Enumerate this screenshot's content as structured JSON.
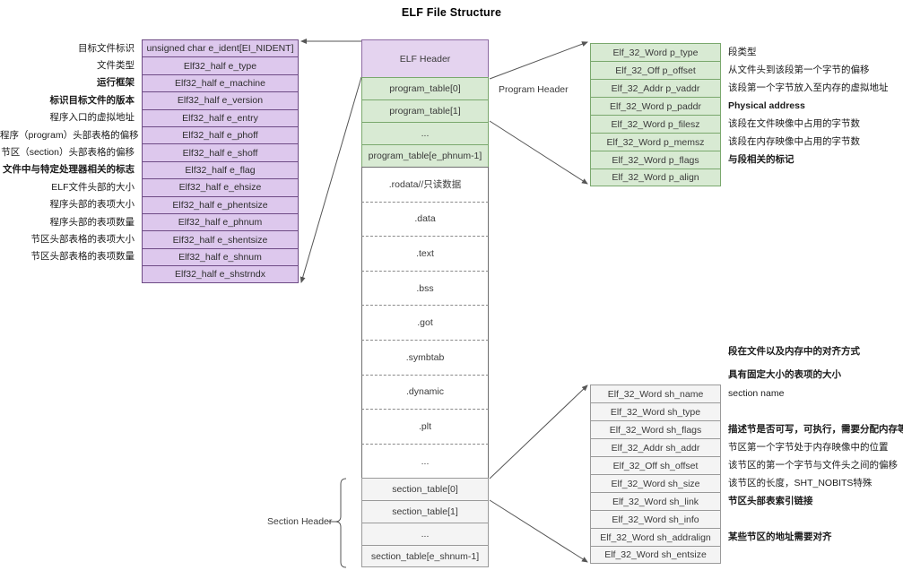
{
  "title": "ELF File Structure",
  "elf_header_table": {
    "descriptions": [
      {
        "text": "目标文件标识",
        "bold": false
      },
      {
        "text": "文件类型",
        "bold": false
      },
      {
        "text": "运行框架",
        "bold": true
      },
      {
        "text": "标识目标文件的版本",
        "bold": true
      },
      {
        "text": "程序入口的虚拟地址",
        "bold": false
      },
      {
        "text": "程序（program）头部表格的偏移",
        "bold": false
      },
      {
        "text": "节区（section）头部表格的偏移",
        "bold": false
      },
      {
        "text": "文件中与特定处理器相关的标志",
        "bold": true
      },
      {
        "text": "ELF文件头部的大小",
        "bold": false
      },
      {
        "text": "程序头部的表项大小",
        "bold": false
      },
      {
        "text": "程序头部的表项数量",
        "bold": false
      },
      {
        "text": "节区头部表格的表项大小",
        "bold": false
      },
      {
        "text": "节区头部表格的表项数量",
        "bold": false
      },
      {
        "text": "",
        "bold": false
      },
      {
        "text": "",
        "bold": false
      }
    ],
    "fields": [
      "unsigned char e_ident[EI_NIDENT]",
      "Elf32_half e_type",
      "Elf32_half e_machine",
      "Elf32_half e_version",
      "Elf32_half e_entry",
      "Elf32_half e_phoff",
      "Elf32_half e_shoff",
      "Elf32_half e_flag",
      "Elf32_half e_ehsize",
      "Elf32_half e_phentsize",
      "Elf32_half e_phnum",
      "Elf32_half e_shentsize",
      "Elf32_half e_shnum",
      "Elf32_half e_shstrndx"
    ]
  },
  "center_column": {
    "elf_header": "ELF Header",
    "program_tables": [
      "program_table[0]",
      "program_table[1]",
      "...",
      "program_table[e_phnum-1]"
    ],
    "sections": [
      ".rodata//只读数据",
      ".data",
      ".text",
      ".bss",
      ".got",
      ".symbtab",
      ".dynamic",
      ".plt",
      "..."
    ],
    "section_tables": [
      "section_table[0]",
      "section_table[1]",
      "...",
      "section_table[e_shnum-1]"
    ]
  },
  "labels": {
    "program_header": "Program Header",
    "section_header": "Section Header"
  },
  "program_header_table": {
    "fields": [
      "Elf_32_Word p_type",
      "Elf_32_Off p_offset",
      "Elf_32_Addr p_vaddr",
      "Elf_32_Word p_paddr",
      "Elf_32_Word p_filesz",
      "Elf_32_Word p_memsz",
      "Elf_32_Word p_flags",
      "Elf_32_Word p_align"
    ],
    "annotations": [
      {
        "text": "段类型",
        "bold": false
      },
      {
        "text": "从文件头到该段第一个字节的偏移",
        "bold": false
      },
      {
        "text": "该段第一个字节放入至内存的虚拟地址",
        "bold": false
      },
      {
        "text": "Physical address",
        "bold": true
      },
      {
        "text": "该段在文件映像中占用的字节数",
        "bold": false
      },
      {
        "text": "该段在内存映像中占用的字节数",
        "bold": false
      },
      {
        "text": "与段相关的标记",
        "bold": true
      },
      {
        "text": "",
        "bold": false
      }
    ]
  },
  "mid_annotations": [
    {
      "text": "段在文件以及内存中的对齐方式",
      "bold": true
    },
    {
      "text": "具有固定大小的表项的大小",
      "bold": true
    }
  ],
  "section_header_table": {
    "fields": [
      "Elf_32_Word sh_name",
      "Elf_32_Word sh_type",
      "Elf_32_Word sh_flags",
      "Elf_32_Addr sh_addr",
      "Elf_32_Off sh_offset",
      "Elf_32_Word sh_size",
      "Elf_32_Word sh_link",
      "Elf_32_Word sh_info",
      "Elf_32_Word sh_addralign",
      "Elf_32_Word sh_entsize"
    ],
    "annotations": [
      {
        "text": "section name",
        "bold": false
      },
      {
        "text": "",
        "bold": false
      },
      {
        "text": "描述节是否可写，可执行，需要分配内存等",
        "bold": true
      },
      {
        "text": "节区第一个字节处于内存映像中的位置",
        "bold": false
      },
      {
        "text": "该节区的第一个字节与文件头之间的偏移",
        "bold": false
      },
      {
        "text": "该节区的长度，SHT_NOBITS特殊",
        "bold": false
      },
      {
        "text": "节区头部表索引链接",
        "bold": true
      },
      {
        "text": "",
        "bold": false
      },
      {
        "text": "某些节区的地址需要对齐",
        "bold": true
      },
      {
        "text": "",
        "bold": false
      }
    ]
  },
  "colors": {
    "elf_header_fill": "#ddc8ed",
    "elf_header_border": "#6e4b85",
    "program_fill": "#d8ead3",
    "program_border": "#7aa86d",
    "section_fill": "#f4f4f4",
    "section_border": "#9a9a9a",
    "center_header_fill": "#e4d3ef"
  }
}
